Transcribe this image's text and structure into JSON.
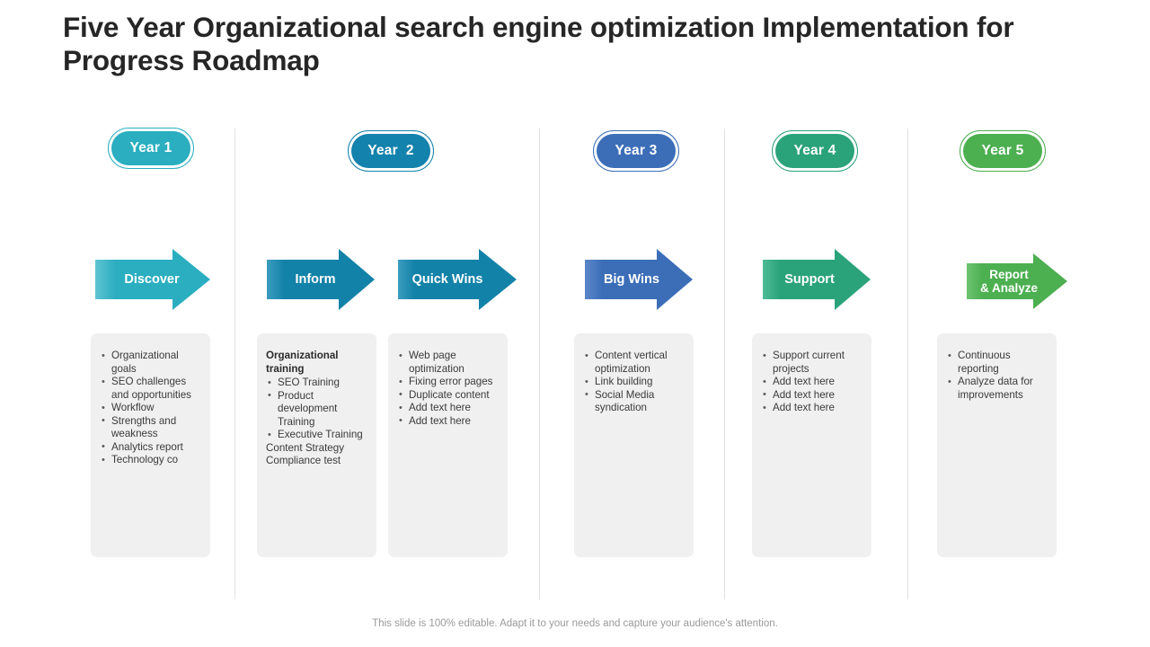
{
  "slide": {
    "title": "Five Year Organizational search engine optimization Implementation for Progress Roadmap",
    "footer": "This slide is 100% editable. Adapt it to your needs and capture your audience's attention."
  },
  "palette": {
    "year1": "#2AAEC0",
    "year2": "#1382AC",
    "year3": "#3C6EB8",
    "year4": "#2BA37A",
    "year5": "#4CAF50",
    "arrow_discover": "#2AAEC0",
    "arrow_inform": "#1382A8",
    "arrow_quickwins": "#1382A8",
    "arrow_bigwins": "#3C6EB8",
    "arrow_support": "#2BA37A",
    "arrow_report": "#4CAF50",
    "card_bg": "#F0F0F0",
    "divider": "#E2E2E2",
    "title_color": "#262626",
    "footer_color": "#9A9A9A"
  },
  "columns": [
    {
      "badge": {
        "label": "Year 1",
        "color_key": "year1"
      },
      "arrow": {
        "label": "Discover",
        "color_key": "arrow_discover"
      },
      "heading": "",
      "bullets": [
        "Organizational goals",
        "SEO challenges and opportunities",
        "Workflow",
        "Strengths and weakness",
        "Analytics report",
        "Technology co"
      ],
      "plain_lines": []
    },
    {
      "badge": {
        "label": "Year  2",
        "color_key": "year2"
      },
      "arrow": {
        "label": "Inform",
        "color_key": "arrow_inform"
      },
      "heading": "Organizational training",
      "bullets": [
        "SEO Training",
        "Product development Training",
        "Executive Training"
      ],
      "plain_lines": [
        "Content Strategy",
        "Compliance test"
      ]
    },
    {
      "badge": null,
      "arrow": {
        "label": "Quick Wins",
        "color_key": "arrow_quickwins"
      },
      "heading": "",
      "bullets": [
        "Web page optimization",
        "Fixing error pages",
        "Duplicate content",
        "Add text here",
        "Add text here"
      ],
      "plain_lines": []
    },
    {
      "badge": {
        "label": "Year 3",
        "color_key": "year3"
      },
      "arrow": {
        "label": "Big Wins",
        "color_key": "arrow_bigwins"
      },
      "heading": "",
      "bullets": [
        "Content vertical optimization",
        "Link building",
        "Social Media syndication"
      ],
      "plain_lines": []
    },
    {
      "badge": {
        "label": "Year 4",
        "color_key": "year4"
      },
      "arrow": {
        "label": "Support",
        "color_key": "arrow_support"
      },
      "heading": "",
      "bullets": [
        "Support current projects",
        "Add text here",
        "Add text here",
        "Add text here"
      ],
      "plain_lines": []
    },
    {
      "badge": {
        "label": "Year 5",
        "color_key": "year5"
      },
      "arrow": {
        "label": "Report\n& Analyze",
        "color_key": "arrow_report"
      },
      "heading": "",
      "bullets": [
        "Continuous reporting",
        "Analyze  data for improvements"
      ],
      "plain_lines": []
    }
  ]
}
